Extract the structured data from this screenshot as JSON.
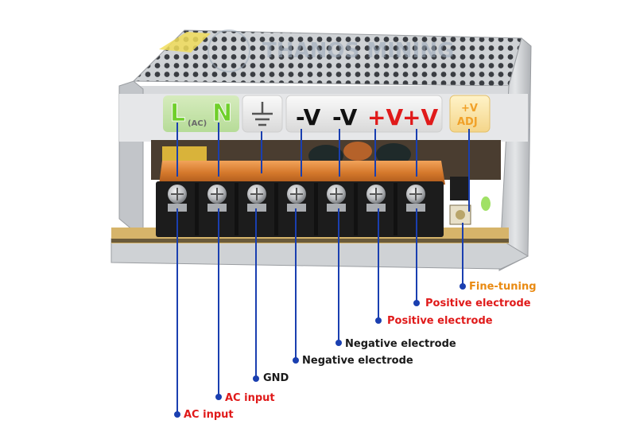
{
  "watermark": "THANOS MINING",
  "terminal_markings": {
    "L": "L",
    "AC": "(AC)",
    "N": "N",
    "neg1": "-V",
    "neg2": "-V",
    "pos1": "+V",
    "pos2": "+V",
    "adj_top": "+V",
    "adj_bottom": "ADJ"
  },
  "callouts": {
    "ac_input_l": "AC input",
    "ac_input_n": "AC input",
    "gnd": "GND",
    "negative_1": "Negative electrode",
    "negative_2": "Negative electrode",
    "positive_1": "Positive electrode",
    "positive_2": "Positive electrode",
    "fine_tuning": "Fine-tuning"
  },
  "colors": {
    "callout_line": "#1a3fb0",
    "red_text": "#e01a1a",
    "orange_text": "#e98a12",
    "green_marking": "#7ed321"
  }
}
